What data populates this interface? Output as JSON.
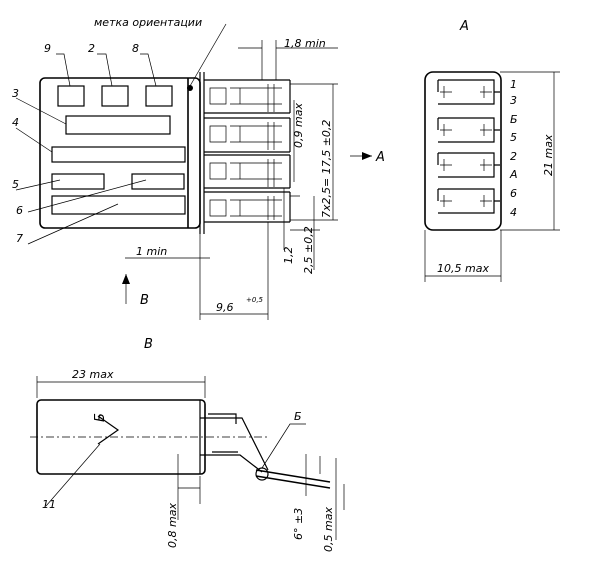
{
  "top_view": {
    "orientation_mark_label": "метка ориентации",
    "dim_pin_gap": "1,8 min",
    "dim_pin_width": "0,9 max",
    "dim_pitch_total": "7x2,5= 17,5 ±0,2",
    "dim_pin_edge": "1,2",
    "dim_pin_offset": "2,5 ±0,2",
    "dim_lead_length": "1 min",
    "dim_body_depth": "9,6",
    "dim_body_depth_tol": "+0,5",
    "view_arrow_a": "A",
    "view_arrow_b": "B",
    "part_labels": [
      "9",
      "2",
      "8",
      "3",
      "4",
      "5",
      "6",
      "7"
    ]
  },
  "view_a": {
    "title": "A",
    "dim_height": "21 max",
    "dim_width": "10,5 max",
    "pin_labels": [
      "1",
      "3",
      "Б",
      "5",
      "2",
      "А",
      "6",
      "4"
    ]
  },
  "view_b": {
    "title": "B",
    "dim_length": "23 max",
    "dim_base": "0,8 max",
    "dim_angle": "6° ±3",
    "dim_lead_thickness": "0,5 max",
    "detail_label": "Б",
    "arrow_symbol": "Б",
    "part_label": "11"
  }
}
